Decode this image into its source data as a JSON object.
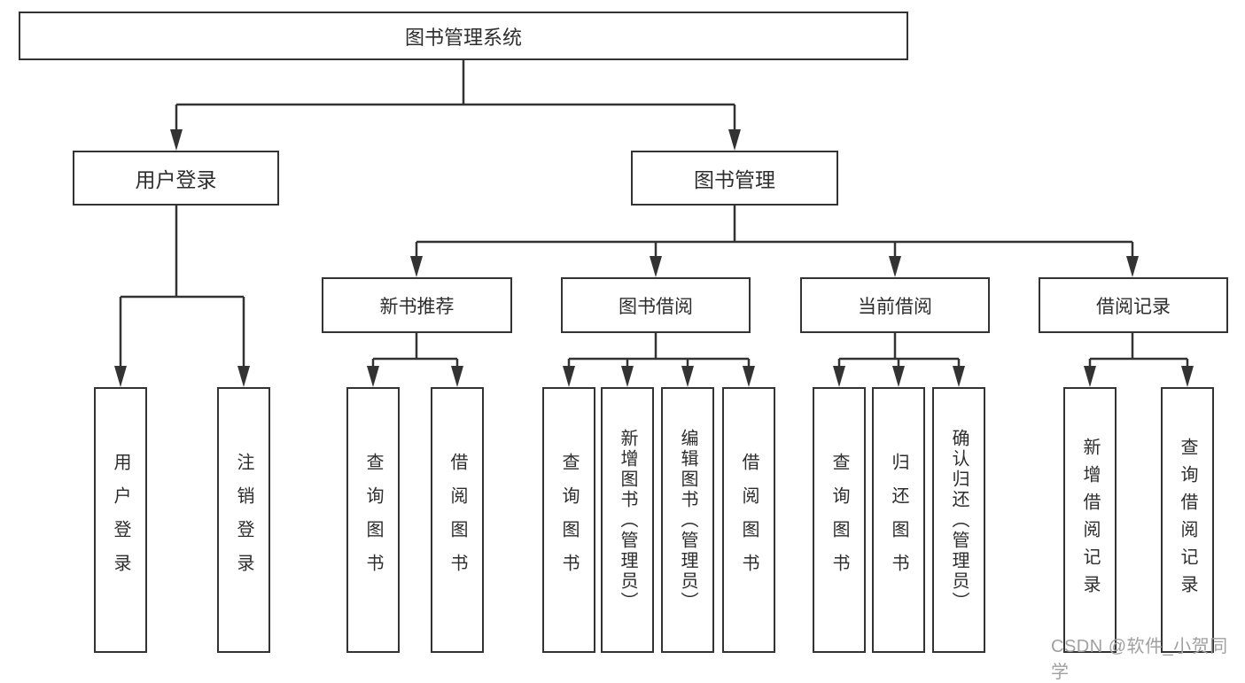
{
  "diagram_title": "图书管理系统",
  "nodes": {
    "root": "图书管理系统",
    "userLogin": "用户登录",
    "bookMgmt": "图书管理",
    "newBookRec": "新书推荐",
    "bookBorrow": "图书借阅",
    "currentBorrow": "当前借阅",
    "borrowRecord": "借阅记录",
    "leaves": [
      "用户登录",
      "注销登录",
      "查询图书",
      "借阅图书",
      "查询图书",
      "新增图书（管理员）",
      "编辑图书（管理员）",
      "借阅图书",
      "查询图书",
      "归还图书",
      "确认归还（管理员）",
      "新增借阅记录",
      "查询借阅记录"
    ]
  },
  "watermark": "CSDN @软件_小贺同学",
  "colors": {
    "line": "#333333",
    "text": "#2d2d2d",
    "box_background": "#ffffff",
    "watermark": "#a0a0a0",
    "background": "#ffffff"
  }
}
